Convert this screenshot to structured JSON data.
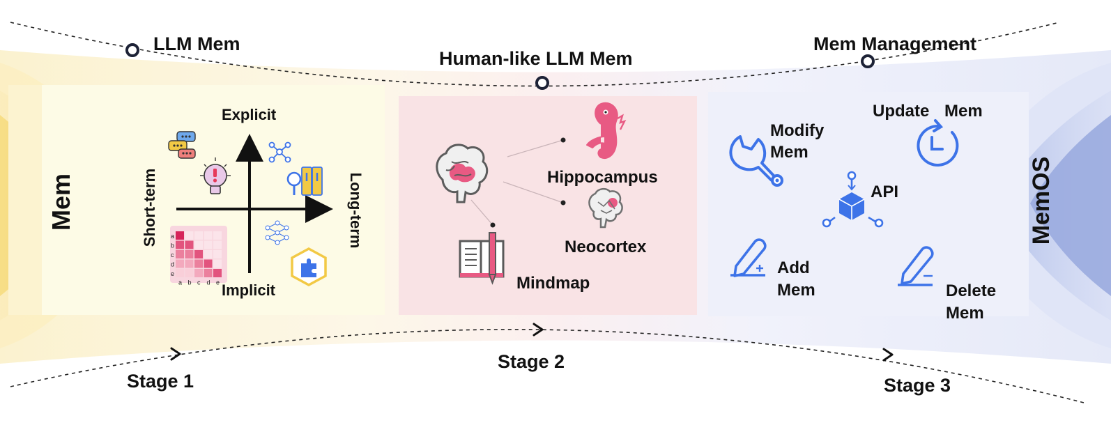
{
  "milestones": {
    "llm_mem": "LLM Mem",
    "human_like": "Human-like LLM Mem",
    "mem_management": "Mem Management"
  },
  "stages": {
    "stage1": "Stage 1",
    "stage2": "Stage 2",
    "stage3": "Stage 3"
  },
  "left_cap": "Mem",
  "right_cap": "MemOS",
  "panel1": {
    "explicit": "Explicit",
    "implicit": "Implicit",
    "short_term": "Short-term",
    "long_term": "Long-term",
    "matrix_row_labels": [
      "a",
      "b",
      "c",
      "d",
      "e"
    ],
    "matrix_col_labels": [
      "a",
      "b",
      "c",
      "d",
      "e"
    ]
  },
  "panel2": {
    "hippocampus": "Hippocampus",
    "neocortex": "Neocortex",
    "mindmap": "Mindmap"
  },
  "panel3": {
    "modify_line1": "Modify",
    "modify_line2": "Mem",
    "update_line1": "Update",
    "update_line2": "Mem",
    "api": "API",
    "add_line1": "Add",
    "add_line2": "Mem",
    "delete_line1": "Delete",
    "delete_line2": "Mem"
  },
  "colors": {
    "panel1_bg": "#fdfbe6",
    "panel2_bg": "#f9e3e5",
    "panel3_bg": "#eef0fa",
    "pink_accent": "#e85a83",
    "blue_accent": "#3d73e8",
    "yellow_accent": "#f2cc55",
    "memos_blue": "#8ea2dc"
  }
}
